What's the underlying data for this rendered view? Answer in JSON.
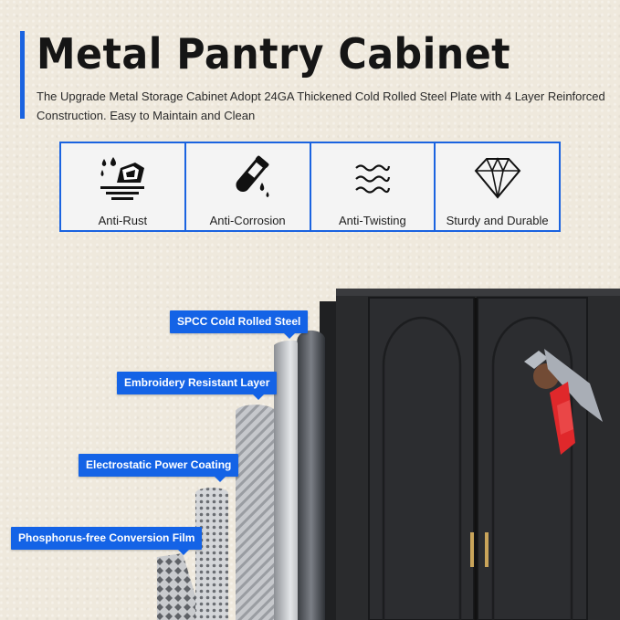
{
  "header": {
    "title": "Metal Pantry Cabinet",
    "subtitle": "The Upgrade Metal Storage Cabinet Adopt 24GA Thickened Cold Rolled Steel Plate with 4 Layer Reinforced Construction. Easy to Maintain and Clean"
  },
  "features": [
    {
      "icon": "water-drop-shell-icon",
      "label": "Anti-Rust"
    },
    {
      "icon": "test-tube-icon",
      "label": "Anti-Corrosion"
    },
    {
      "icon": "wave-lines-icon",
      "label": "Anti-Twisting"
    },
    {
      "icon": "diamond-icon",
      "label": "Sturdy and Durable"
    }
  ],
  "layers": [
    {
      "label": "SPCC Cold Rolled Steel"
    },
    {
      "label": "Embroidery Resistant Layer"
    },
    {
      "label": "Electrostatic Power Coating"
    },
    {
      "label": "Phosphorus-free Conversion Film"
    }
  ],
  "colors": {
    "accent": "#1a63e0",
    "tag": "#1463e6",
    "cabinet": "#2a2b2d",
    "background": "#efe9dd"
  }
}
